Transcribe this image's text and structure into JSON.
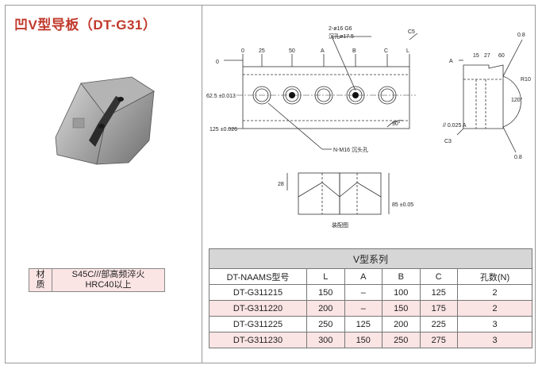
{
  "title": "凹V型导板（DT-G31）",
  "material": {
    "label_line1": "材",
    "label_line2": "质",
    "value_line1": "S45C///部高频淬火",
    "value_line2": "HRC40以上"
  },
  "drawing": {
    "hole_note_line1": "2-ø16 G6",
    "hole_note_line2": "沉孔ø17.5",
    "chamfer_c5": "C5",
    "chamfer_c3": "C3",
    "zero_left": "0",
    "zero_top": "0",
    "dim_25": "25",
    "dim_50": "50",
    "dim_a": "A",
    "dim_b": "B",
    "dim_c": "C",
    "dim_l": "L",
    "dim_62": "62.5 ±0.013",
    "dim_125": "125 ±0.026",
    "angle_90": "90°",
    "angle_120": "120°",
    "screw_note": "N-M16 沉头孔",
    "parallel_note": "// 0.025 A",
    "datum_a": "A",
    "side_15": "15",
    "side_27": "27",
    "side_60": "60",
    "side_r10": "R10",
    "side_08a": "0.8",
    "side_08b": "0.8",
    "asm_28": "28",
    "asm_85": "85 ±0.05",
    "asm_caption": "装配图"
  },
  "table": {
    "caption": "V型系列",
    "headers": [
      "DT-NAAMS型号",
      "L",
      "A",
      "B",
      "C",
      "孔数(N)"
    ],
    "rows": [
      [
        "DT-G311215",
        "150",
        "–",
        "100",
        "125",
        "2"
      ],
      [
        "DT-G311220",
        "200",
        "–",
        "150",
        "175",
        "2"
      ],
      [
        "DT-G311225",
        "250",
        "125",
        "200",
        "225",
        "3"
      ],
      [
        "DT-G311230",
        "300",
        "150",
        "250",
        "275",
        "3"
      ]
    ]
  }
}
